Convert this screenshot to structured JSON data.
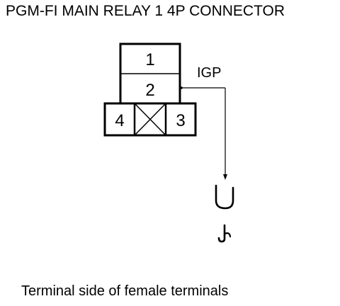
{
  "title": "PGM-FI MAIN RELAY 1 4P CONNECTOR",
  "caption": "Terminal side of female terminals",
  "connector": {
    "pins": [
      {
        "number": "1"
      },
      {
        "number": "2"
      },
      {
        "number": "3"
      },
      {
        "number": "4"
      }
    ],
    "wire_label": "IGP"
  },
  "colors": {
    "line": "#000000",
    "background": "#ffffff"
  },
  "icons": {
    "probe": "meter-probe-icon",
    "ground": "ground-symbol-icon",
    "blocked_cavity": "blocked-cavity-icon"
  }
}
